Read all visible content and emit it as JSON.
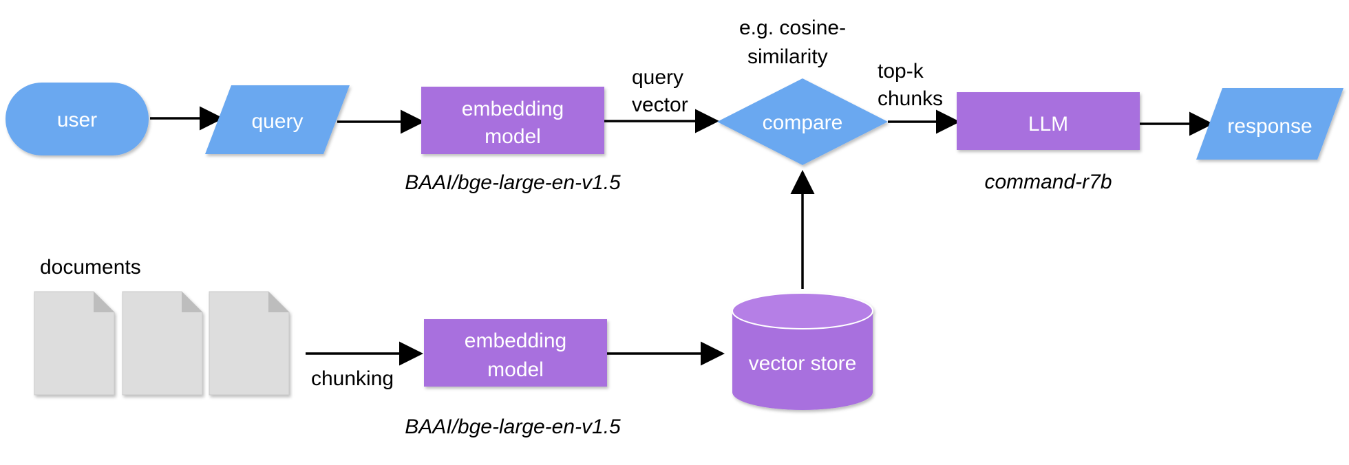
{
  "colors": {
    "blue": "#6AA8F0",
    "purple": "#A86FDE",
    "doc_gray": "#DDDDDD",
    "arrow": "#000000"
  },
  "nodes": {
    "user": "user",
    "query": "query",
    "embedding_model_query": [
      "embedding",
      "model"
    ],
    "compare": "compare",
    "llm": "LLM",
    "response": "response",
    "embedding_model_docs": [
      "embedding",
      "model"
    ],
    "vector_store": "vector store"
  },
  "labels": {
    "documents": "documents",
    "chunking": "chunking",
    "query_vector": [
      "query",
      "vector"
    ],
    "similarity": [
      "e.g. cosine-",
      "similarity"
    ],
    "top_k": [
      "top-k",
      "chunks"
    ],
    "embedding_model_name_top": "BAAI/bge-large-en-v1.5",
    "embedding_model_name_bottom": "BAAI/bge-large-en-v1.5",
    "llm_name": "command-r7b"
  },
  "icons": {
    "document": "document-icon"
  }
}
